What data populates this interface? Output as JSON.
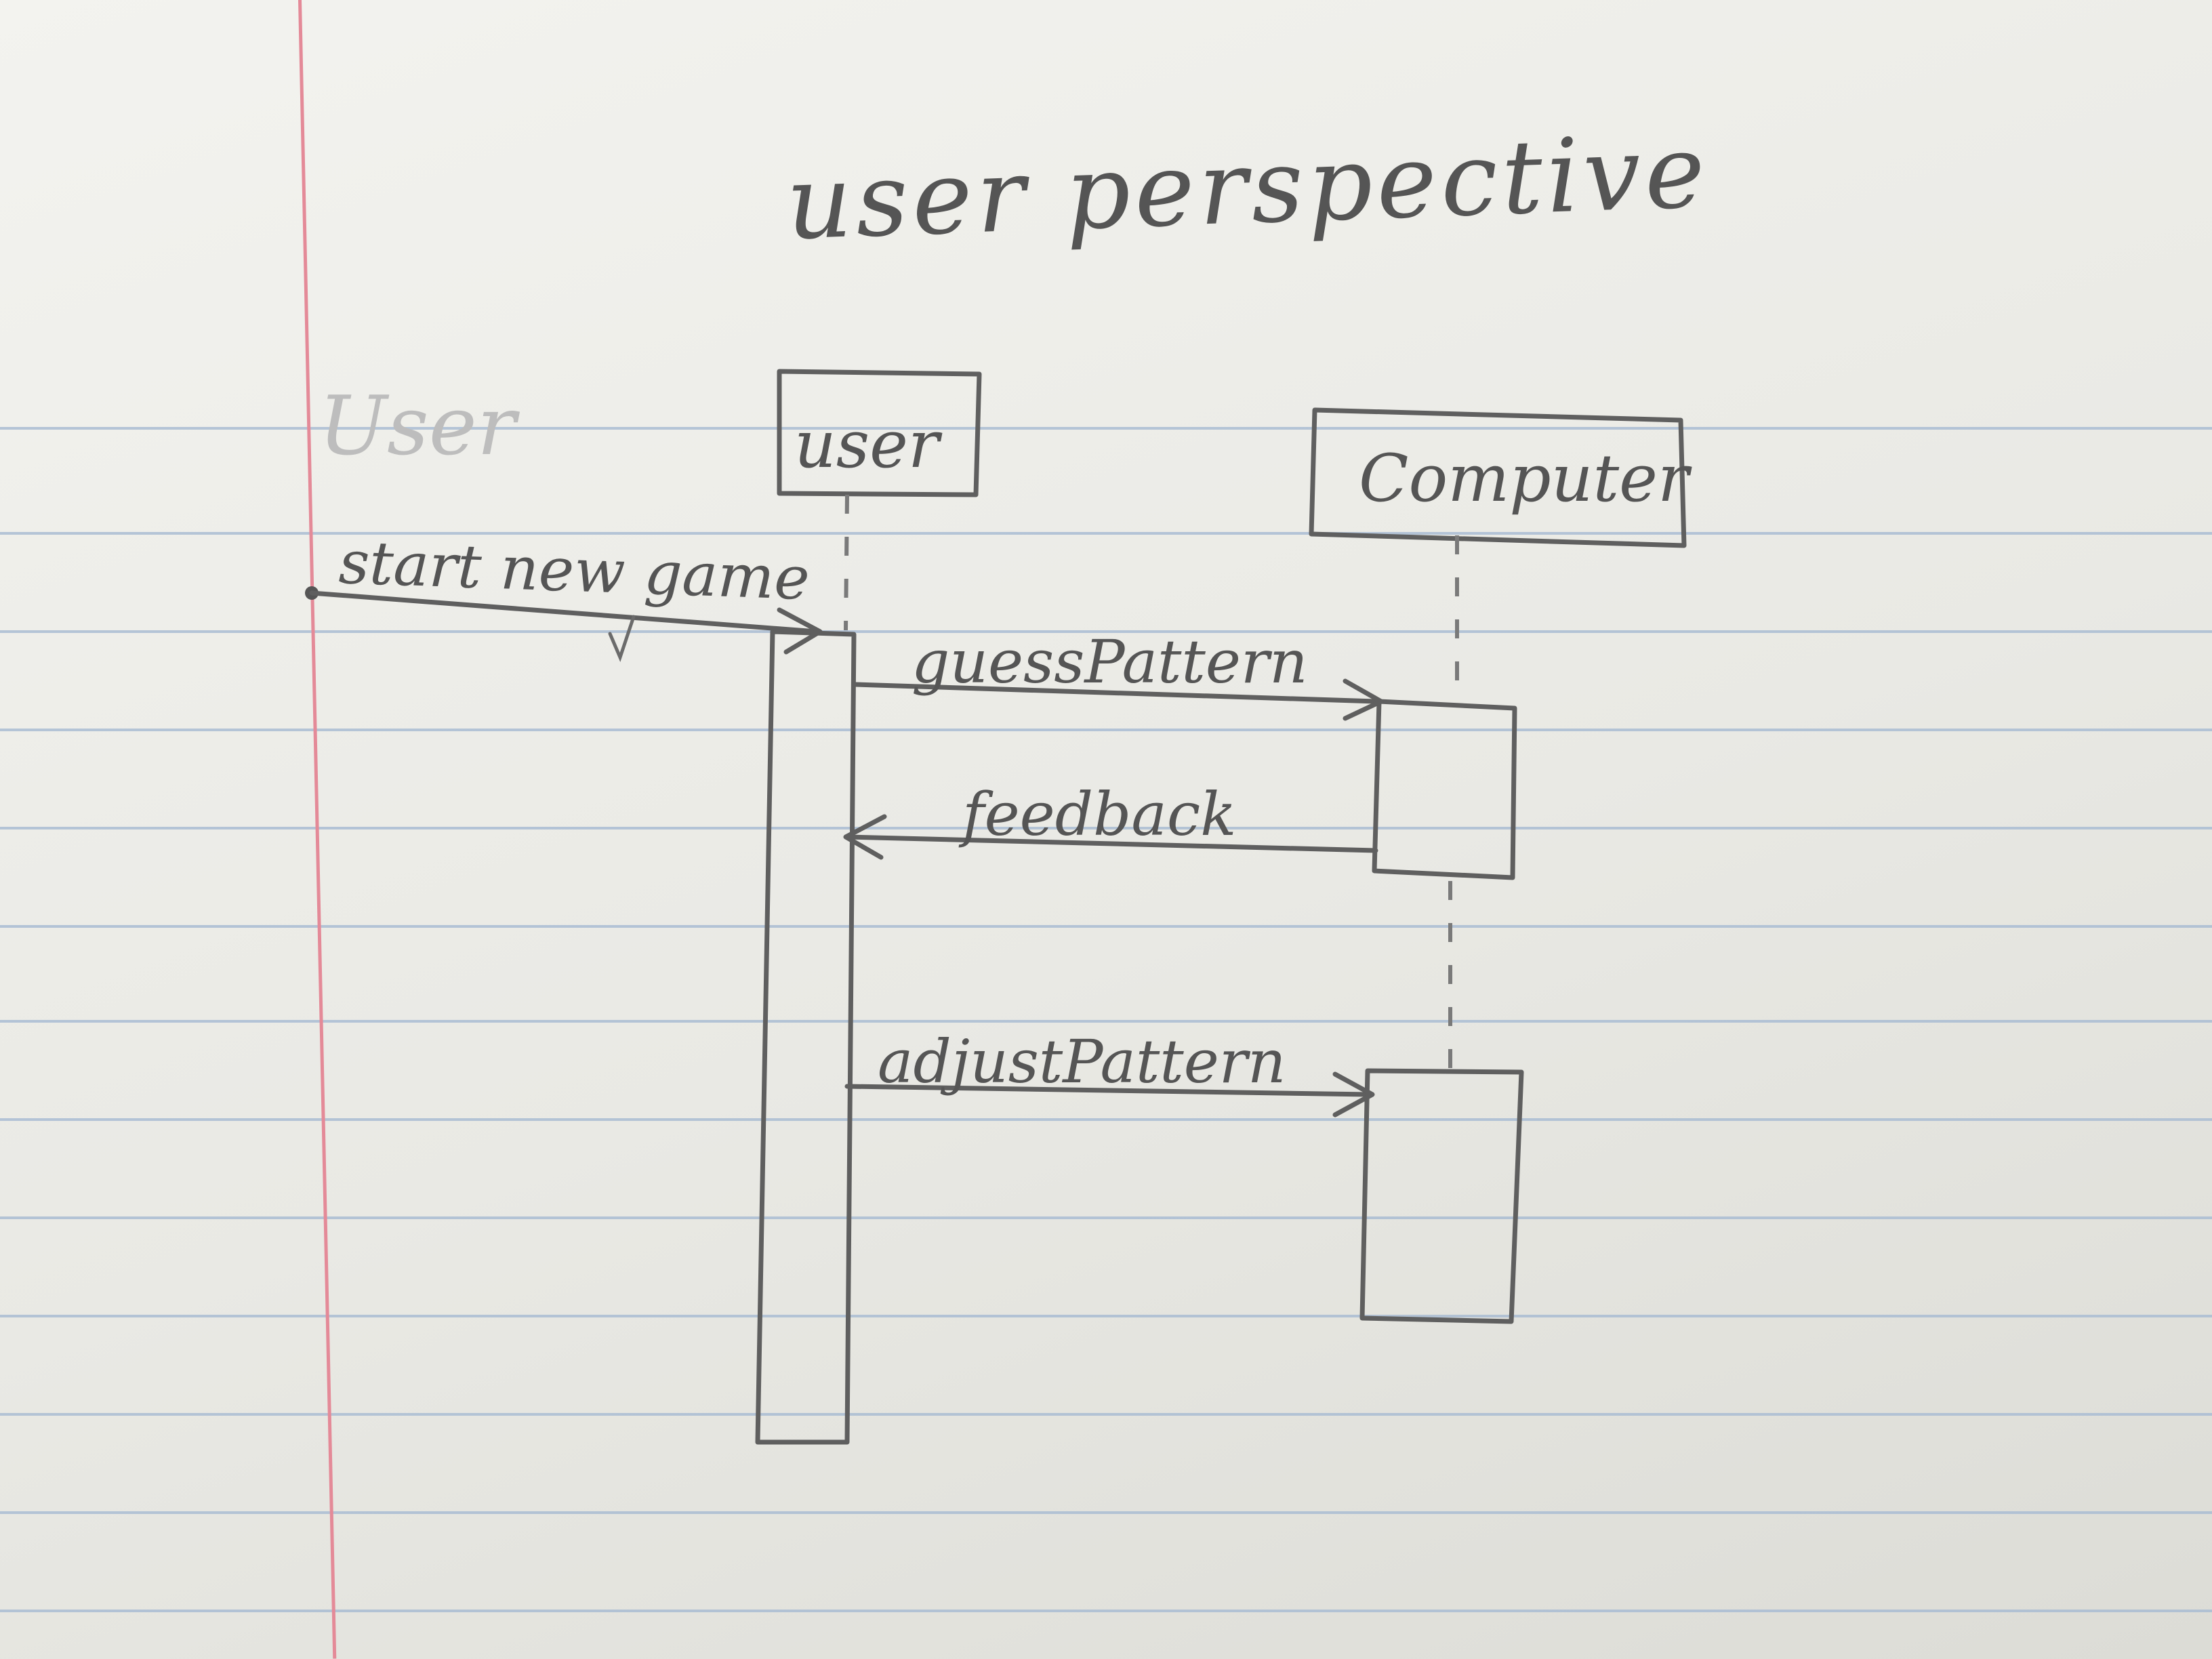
{
  "title": "user perspective",
  "erased_text": "User",
  "participants": [
    {
      "id": "user",
      "label": "user"
    },
    {
      "id": "computer",
      "label": "Computer"
    }
  ],
  "messages": [
    {
      "label": "start new game",
      "from": "start",
      "to": "user"
    },
    {
      "label": "guessPattern",
      "from": "user",
      "to": "computer"
    },
    {
      "label": "feedback",
      "from": "computer",
      "to": "user"
    },
    {
      "label": "adjustPattern",
      "from": "user",
      "to": "computer"
    }
  ],
  "colors": {
    "pencil": "#5f5f5f",
    "rule": "#a9bcd2",
    "margin": "#e48a98"
  }
}
